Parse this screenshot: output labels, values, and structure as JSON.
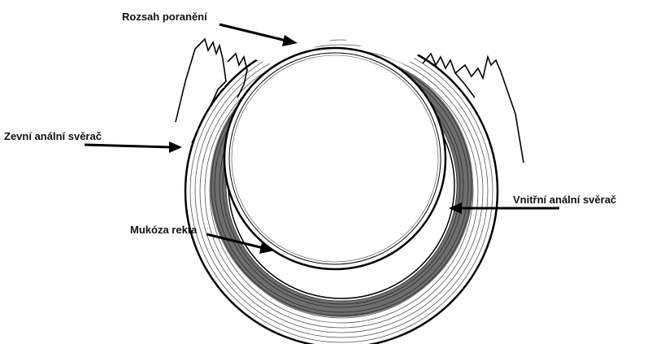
{
  "labels": {
    "injury_extent": "Rozsah poranění",
    "external_sphincter": "Zevní anální svěrač",
    "internal_sphincter": "Vnitřní anální svěrač",
    "rectal_mucosa": "Mukóza rekta"
  },
  "colors": {
    "ink": "#000000",
    "background": "#ffffff",
    "muscle_dark": "#6e6e6e"
  }
}
